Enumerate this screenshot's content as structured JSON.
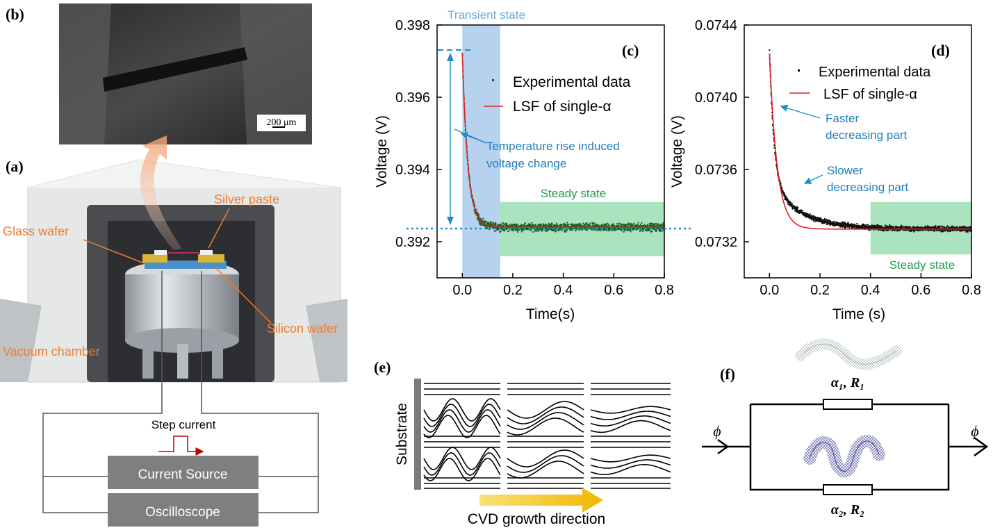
{
  "panel_labels": {
    "a": "(a)",
    "b": "(b)",
    "c": "(c)",
    "d": "(d)",
    "e": "(e)",
    "f": "(f)"
  },
  "panel_a": {
    "labels": {
      "silver_paste": "Silver paste",
      "glass_wafer": "Glass wafer",
      "silicon_wafer": "Silicon wafer",
      "vacuum_chamber": "Vacuum chamber",
      "step_current": "Step current",
      "current_source": "Current Source",
      "oscilloscope": "Oscilloscope"
    },
    "colors": {
      "label_orange": "#ee7d31",
      "chamber_grey": "#e6e8e8",
      "instrument_grey": "#7f7f7f",
      "step_red": "#c00000"
    }
  },
  "panel_b": {
    "scale_bar": "200 μm"
  },
  "panel_c": {
    "ylabel": "Voltage (V)",
    "xlabel": "Time(s)",
    "y_ticks": [
      "0.392",
      "0.394",
      "0.396",
      "0.398"
    ],
    "x_ticks": [
      "0.0",
      "0.2",
      "0.4",
      "0.6",
      "0.8"
    ],
    "legend": {
      "experimental": "Experimental data",
      "fit": "LSF of single-α"
    },
    "annotations": {
      "transient": "Transient state",
      "steady": "Steady state",
      "temp_rise_line1": "Temperature rise induced",
      "temp_rise_line2": "voltage change"
    },
    "colors": {
      "transient_fill": "#9ec3ea",
      "steady_fill": "#8ed9a8",
      "steady_text": "#1e9e4a",
      "annotation_blue": "#1f8dc7",
      "data": "#1b5e20",
      "fit": "#d62728"
    }
  },
  "panel_d": {
    "ylabel": "Voltage (V)",
    "xlabel": "Time (s)",
    "y_ticks": [
      "0.0732",
      "0.0736",
      "0.0740",
      "0.0744"
    ],
    "x_ticks": [
      "0.0",
      "0.2",
      "0.4",
      "0.6",
      "0.8"
    ],
    "legend": {
      "experimental": "Experimental data",
      "fit": "LSF of single-α"
    },
    "annotations": {
      "faster_line1": "Faster",
      "faster_line2": "decreasing part",
      "slower_line1": "Slower",
      "slower_line2": "decreasing part",
      "steady": "Steady state"
    }
  },
  "panel_e": {
    "substrate": "Substrate",
    "direction": "CVD growth direction",
    "arrow_color": "#f5c518"
  },
  "panel_f": {
    "phi_in": "ϕ",
    "phi_out": "ϕ",
    "r1_label": "α₁, R₁",
    "r2_label": "α₂, R₂"
  },
  "chart_data": [
    {
      "type": "scatter",
      "panel": "(c)",
      "xlabel": "Time(s)",
      "ylabel": "Voltage (V)",
      "xlim": [
        -0.1,
        0.8
      ],
      "ylim": [
        0.391,
        0.398
      ],
      "x_ticks": [
        0.0,
        0.2,
        0.4,
        0.6,
        0.8
      ],
      "y_ticks": [
        0.392,
        0.394,
        0.396,
        0.398
      ],
      "series": [
        {
          "name": "Experimental data",
          "model": "exponential decay with noise",
          "v0": 0.3972,
          "v_inf": 0.3924,
          "tau": 0.022,
          "t_range": [
            0.0,
            0.8
          ],
          "noise": 0.00015
        },
        {
          "name": "LSF of single-α",
          "model": "exponential decay",
          "v0": 0.3972,
          "v_inf": 0.3924,
          "tau": 0.022
        }
      ],
      "regions": {
        "transient_state": [
          0.0,
          0.15
        ],
        "steady_state": [
          0.15,
          0.8
        ],
        "steady_state_y": [
          0.3916,
          0.3931
        ]
      }
    },
    {
      "type": "scatter",
      "panel": "(d)",
      "xlabel": "Time (s)",
      "ylabel": "Voltage (V)",
      "xlim": [
        -0.1,
        0.8
      ],
      "ylim": [
        0.073,
        0.0744
      ],
      "x_ticks": [
        0.0,
        0.2,
        0.4,
        0.6,
        0.8
      ],
      "y_ticks": [
        0.0732,
        0.0736,
        0.074,
        0.0744
      ],
      "series": [
        {
          "name": "Experimental data",
          "model": "two-exponential decay with noise",
          "v_inf": 0.07327,
          "a_fast": 0.00073,
          "tau_fast": 0.018,
          "a_slow": 0.00026,
          "tau_slow": 0.12,
          "t_range": [
            0.0,
            0.8
          ],
          "noise": 2e-05
        },
        {
          "name": "LSF of single-α",
          "model": "exponential decay",
          "v0": 0.07424,
          "v_inf": 0.07327,
          "tau": 0.03
        }
      ],
      "regions": {
        "steady_state": [
          0.4,
          0.8
        ],
        "steady_state_y": [
          0.07313,
          0.07342
        ]
      }
    }
  ]
}
